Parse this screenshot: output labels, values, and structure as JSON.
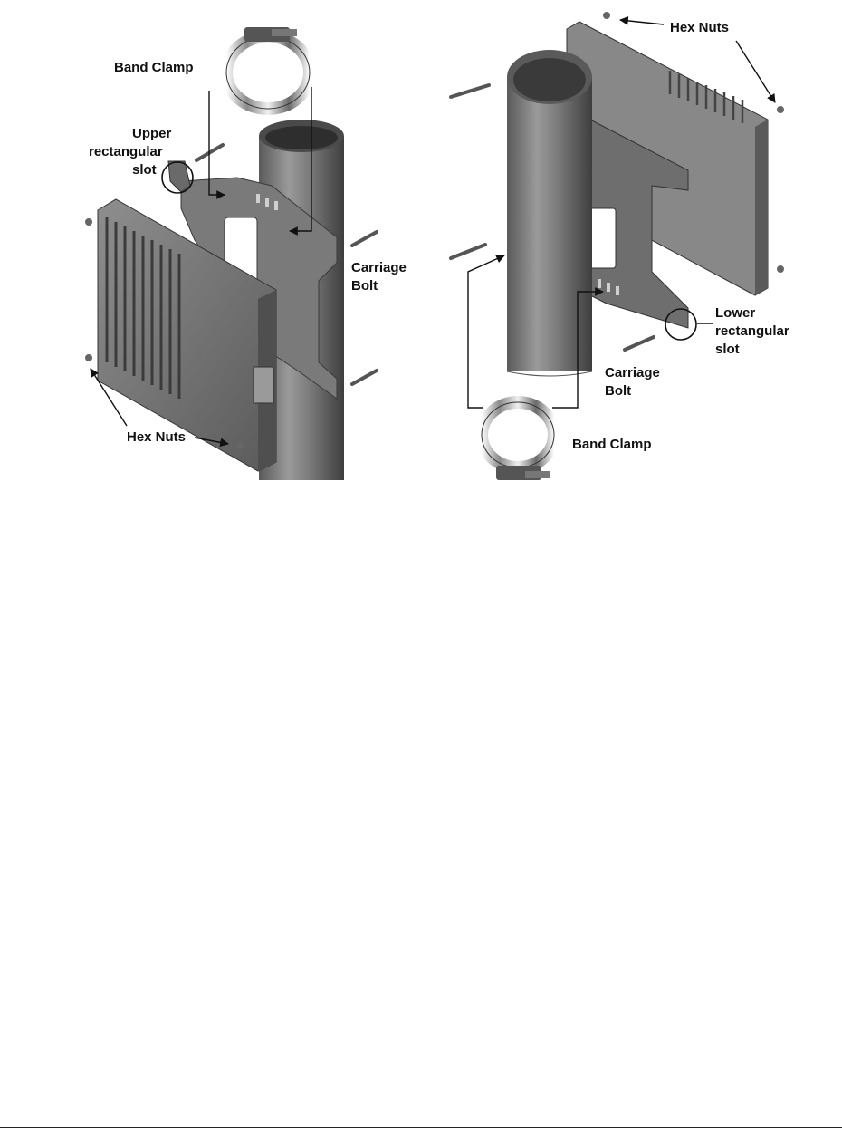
{
  "labels": {
    "left": {
      "band_clamp": "Band Clamp",
      "upper_slot_1": "Upper",
      "upper_slot_2": "rectangular",
      "upper_slot_3": "slot",
      "carriage_bolt_1": "Carriage",
      "carriage_bolt_2": "Bolt",
      "hex_nuts": "Hex Nuts"
    },
    "right": {
      "hex_nuts": "Hex Nuts",
      "lower_slot_1": "Lower",
      "lower_slot_2": "rectangular",
      "lower_slot_3": "slot",
      "carriage_bolt_1": "Carriage",
      "carriage_bolt_2": "Bolt",
      "band_clamp": "Band Clamp"
    }
  }
}
